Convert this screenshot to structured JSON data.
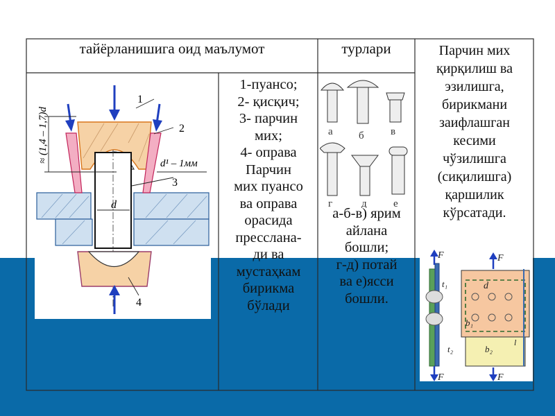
{
  "table": {
    "header_col1": "тайёрланишига  оид  маълумот",
    "header_col3": "турлари",
    "col2_lines": [
      "1-пуансо;",
      "2- қисқич;",
      "3- парчин",
      "мих;",
      "4- оправа",
      "Парчин",
      "мих пуансо",
      "ва оправа",
      "орасида",
      "пресслана-",
      "ди  ва",
      "мустаҳкам",
      "бирикма",
      "бўлади"
    ],
    "col3_lines": [
      "а-б-в) ярим",
      "айлана",
      "бошли;",
      "г-д) потай",
      "ва  е)ясси",
      "бошли."
    ],
    "col4_lines": [
      "Парчин  мих",
      "қирқилиш ва",
      "эзилишга,",
      " бирикмани",
      "заифлашган",
      "кесими",
      "чўзилишга",
      "(сиқилишга)",
      "қаршилик",
      "кўрсатади."
    ]
  },
  "rivet_diagram": {
    "labels": {
      "punch": "1",
      "clamp": "2",
      "rivet": "3",
      "support": "4"
    },
    "dim_height": "≈ (1,4 – 1,7)d",
    "dim_hole": "d¹ – 1мм",
    "dim_diameter": "d"
  },
  "rivet_types": {
    "letters": [
      "а",
      "б",
      "в",
      "г",
      "д",
      "е"
    ]
  },
  "joint_diagram": {
    "force": "F",
    "t1": "t₁",
    "t2": "t₂",
    "d": "d",
    "b1": "b₁",
    "b2": "b₂",
    "l": "l"
  },
  "colors": {
    "background_top": "#ffffff",
    "background_bottom": "#0a6aa8",
    "table_border": "#2a2a2a",
    "force_arrow": "#1f3fbf",
    "plate": "#cfe0f0",
    "punch": "#f6d2a6",
    "clamp": "#f3aec3",
    "joint_plate": "#f6c7a0",
    "joint_strip": "#f5f0b2"
  }
}
